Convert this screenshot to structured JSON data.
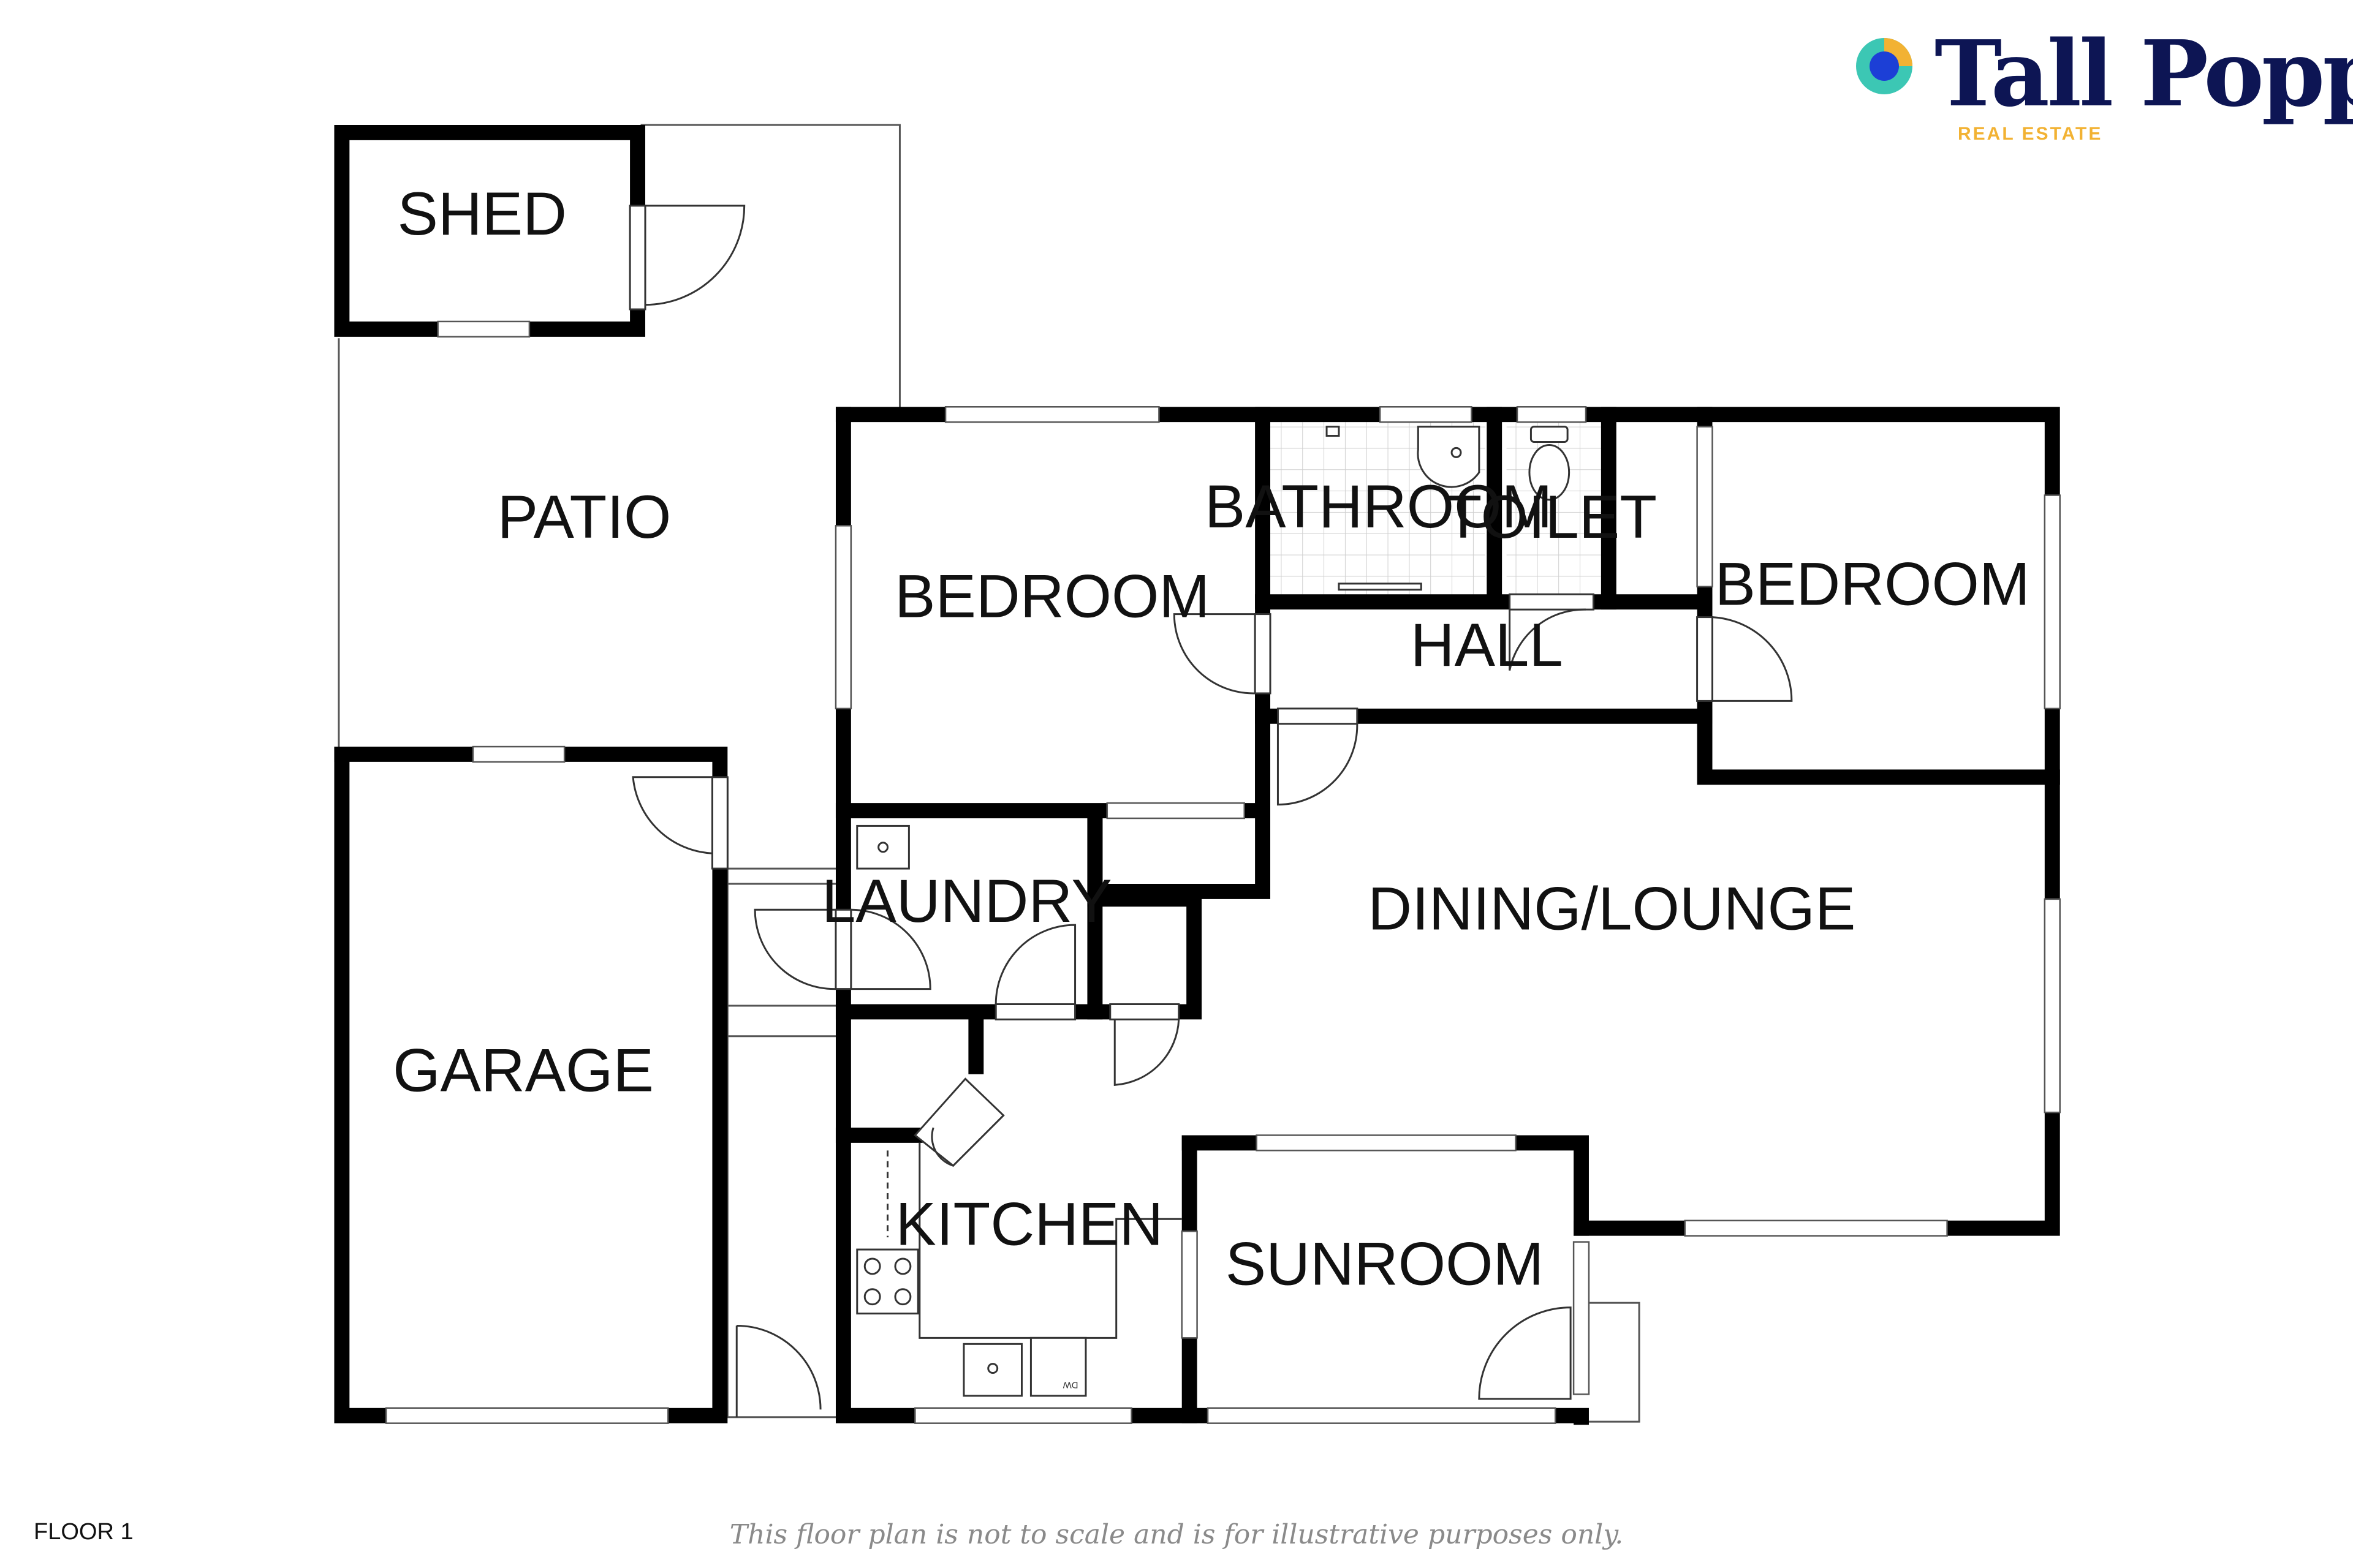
{
  "brand": {
    "name": "Tall Poppy",
    "subtitle": "REAL ESTATE",
    "colors": {
      "navy": "#0d1554",
      "gold": "#f2b233",
      "teal": "#3cc7b4",
      "blue": "#1c3fd6"
    }
  },
  "rooms": {
    "shed": "SHED",
    "patio": "PATIO",
    "bedroom_1": "BEDROOM",
    "bathroom": "BATHROOM",
    "toilet": "TOILET",
    "bedroom_2": "BEDROOM",
    "hall": "HALL",
    "laundry": "LAUNDRY",
    "dining_lounge": "DINING/LOUNGE",
    "garage": "GARAGE",
    "kitchen": "KITCHEN",
    "sunroom": "SUNROOM"
  },
  "fixtures": {
    "dishwasher": "DW"
  },
  "footer": {
    "floor": "FLOOR 1",
    "disclaimer": "This floor plan is not to scale and is for illustrative purposes only."
  }
}
